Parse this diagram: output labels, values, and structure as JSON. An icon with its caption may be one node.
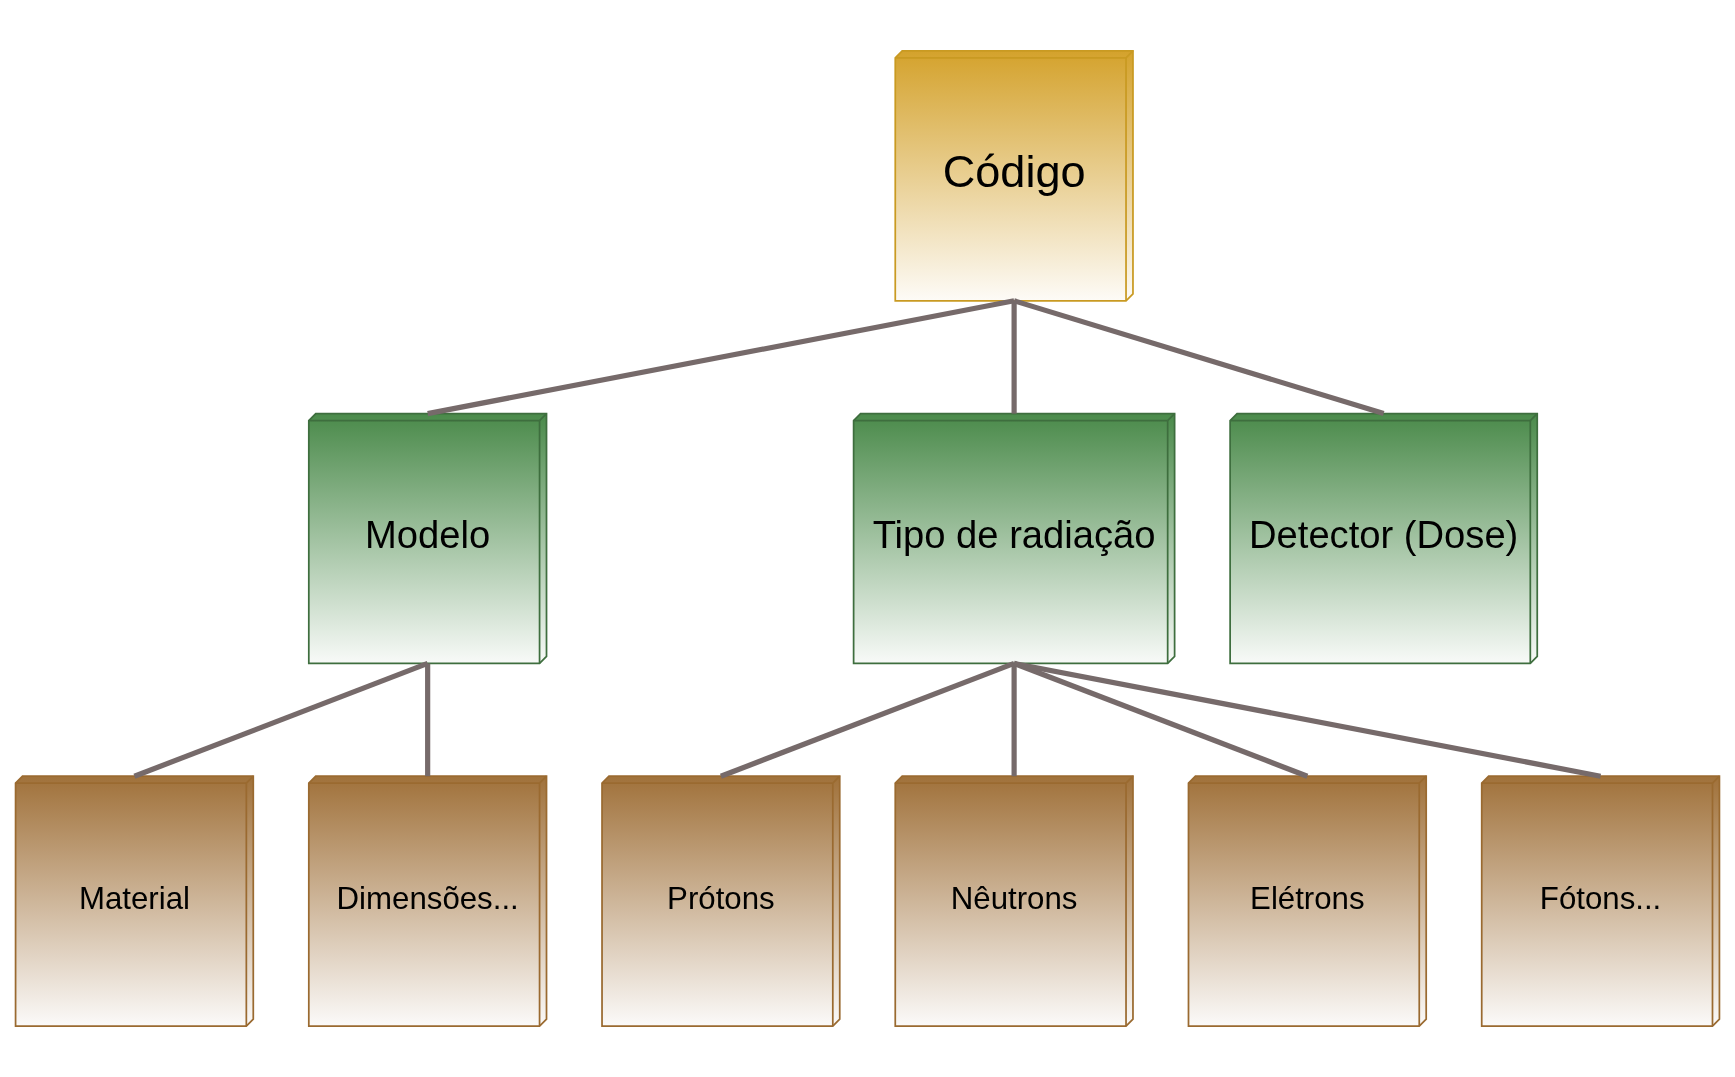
{
  "diagram": {
    "nodes": [
      {
        "text": [
          "Código"
        ]
      },
      {
        "text": [
          "Modelo"
        ]
      },
      {
        "text": [
          "Tipo de radiação"
        ]
      },
      {
        "text": [
          "Detector (Dose)"
        ]
      },
      {
        "text": [
          "Material"
        ]
      },
      {
        "text": [
          "Dimensões..."
        ]
      },
      {
        "text": [
          "Prótons"
        ]
      },
      {
        "text": [
          "Nêutrons"
        ]
      },
      {
        "text": [
          "Elétrons"
        ]
      },
      {
        "text": [
          "Fótons..."
        ]
      }
    ],
    "edges": [
      {
        "from": 0,
        "to": 1,
        "arrow": "none"
      },
      {
        "from": 0,
        "to": 2,
        "arrow": "none"
      },
      {
        "from": 0,
        "to": 3,
        "arrow": "none"
      },
      {
        "from": 1,
        "to": 4,
        "arrow": "none"
      },
      {
        "from": 1,
        "to": 5,
        "arrow": "none"
      },
      {
        "from": 2,
        "to": 6,
        "arrow": "none"
      },
      {
        "from": 2,
        "to": 7,
        "arrow": "none"
      },
      {
        "from": 2,
        "to": 8,
        "arrow": "none"
      },
      {
        "from": 2,
        "to": 9,
        "arrow": "none"
      }
    ]
  }
}
